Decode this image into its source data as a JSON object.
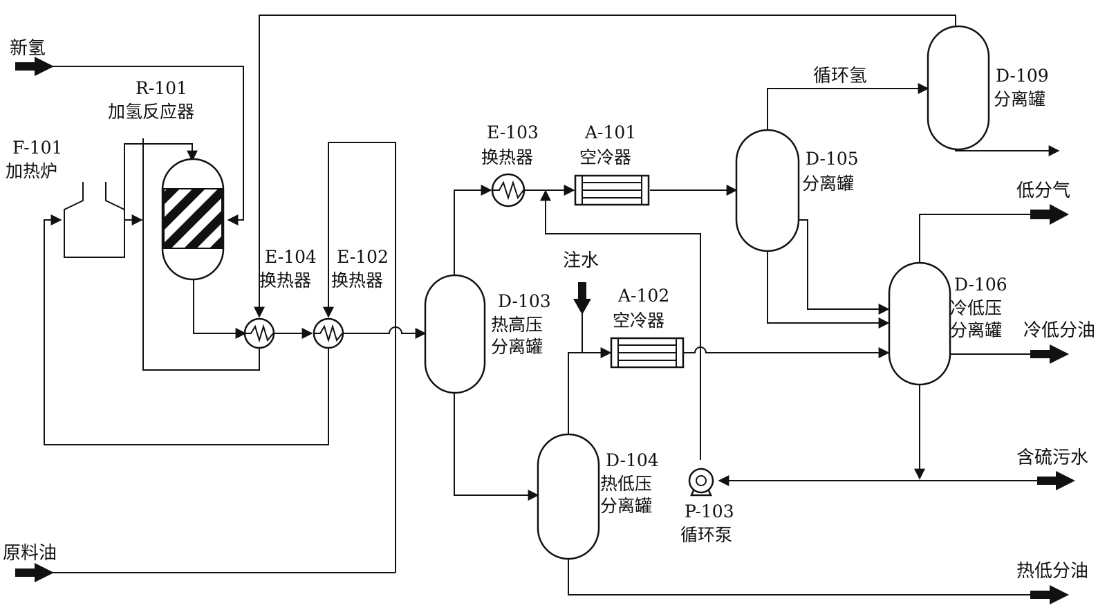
{
  "streams": {
    "fresh_h2": "新氢",
    "feed_oil": "原料油",
    "recycle_h2": "循环氢",
    "injection_water": "注水",
    "low_sep_gas": "低分气",
    "cold_low_oil": "冷低分油",
    "sour_water": "含硫污水",
    "hot_low_oil": "热低分油"
  },
  "equipment": {
    "F101": {
      "tag": "F-101",
      "name": "加热炉"
    },
    "R101": {
      "tag": "R-101",
      "name": "加氢反应器"
    },
    "E104": {
      "tag": "E-104",
      "name": "换热器"
    },
    "E102": {
      "tag": "E-102",
      "name": "换热器"
    },
    "D103": {
      "tag": "D-103",
      "name1": "热高压",
      "name2": "分离罐"
    },
    "E103": {
      "tag": "E-103",
      "name": "换热器"
    },
    "A101": {
      "tag": "A-101",
      "name": "空冷器"
    },
    "A102": {
      "tag": "A-102",
      "name": "空冷器"
    },
    "D105": {
      "tag": "D-105",
      "name": "分离罐"
    },
    "D109": {
      "tag": "D-109",
      "name": "分离罐"
    },
    "D106": {
      "tag": "D-106",
      "name1": "冷低压",
      "name2": "分离罐"
    },
    "D104": {
      "tag": "D-104",
      "name1": "热低压",
      "name2": "分离罐"
    },
    "P103": {
      "tag": "P-103",
      "name": "循环泵"
    }
  },
  "colors": {
    "line": "#111111",
    "background": "#ffffff"
  }
}
